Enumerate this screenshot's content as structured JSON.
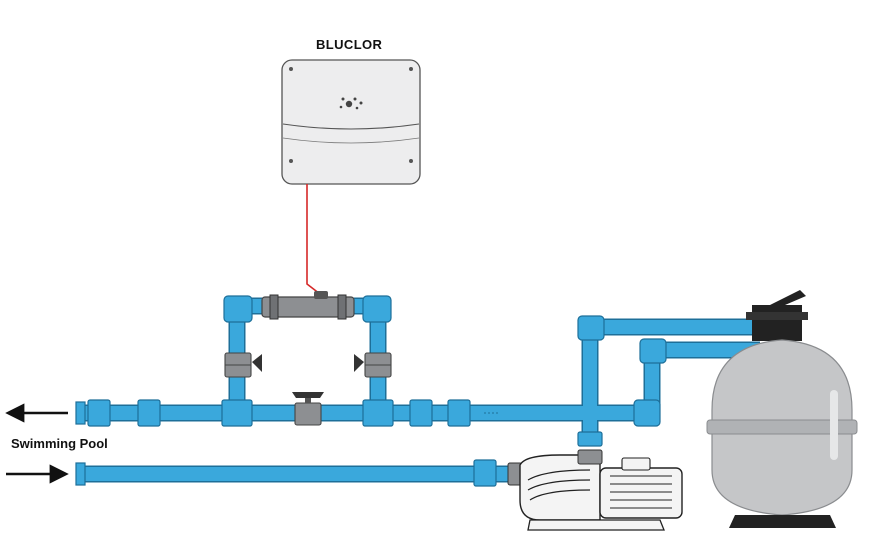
{
  "diagram": {
    "title": "BLUCLOR",
    "pool_label": "Swimming Pool",
    "colors": {
      "pipe": "#3aa8dc",
      "pipe_edge": "#1d6f99",
      "cable": "#d62828",
      "controller": "#ededee",
      "filter": "#c5c6c8",
      "valve": "#8d8f92",
      "dark": "#222222"
    },
    "components": [
      {
        "name": "controller-box",
        "icon": "controller-icon"
      },
      {
        "name": "electrolytic-cell",
        "icon": "cell-icon"
      },
      {
        "name": "pump",
        "icon": "pump-icon"
      },
      {
        "name": "sand-filter",
        "icon": "filter-icon"
      }
    ],
    "flows": [
      {
        "name": "return-to-pool",
        "direction": "left"
      },
      {
        "name": "suction-from-pool",
        "direction": "right"
      }
    ]
  }
}
